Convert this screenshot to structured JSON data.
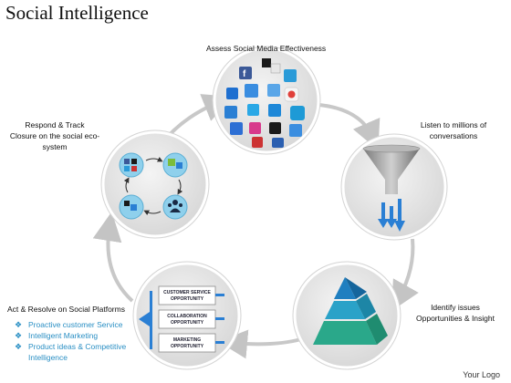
{
  "title": "Social Intelligence",
  "labels": {
    "assess": "Assess Social Media Effectiveness",
    "listen_line1": "Listen to millions of",
    "listen_line2": "conversations",
    "identify_line1": "Identify issues",
    "identify_line2": "Opportunities & Insight",
    "act": "Act & Resolve on Social Platforms",
    "respond_line1": "Respond & Track",
    "respond_line2": "Closure on the social eco-",
    "respond_line3": "system"
  },
  "act_bullets": [
    "Proactive customer Service",
    "Intelligent Marketing",
    "Product ideas & Competitive Intelligence"
  ],
  "opportunity_boxes": [
    {
      "line1": "CUSTOMER SERVICE",
      "line2": "OPPORTUNITY"
    },
    {
      "line1": "COLLABORATION",
      "line2": "OPPORTUNITY"
    },
    {
      "line1": "MARKETING",
      "line2": "OPPORTUNITY"
    }
  ],
  "footer": "Your Logo",
  "colors": {
    "circle_fill": "#e3e3e3",
    "circle_border": "#ffffff",
    "ring": "#c8c8c8",
    "bullet_text": "#2a8fc4",
    "pyramid_top": "#1f7fc0",
    "pyramid_mid": "#2aa2c8",
    "pyramid_bottom": "#2aa88a",
    "funnel": "#9a9a9a",
    "funnel_arrows": "#2a7fd4"
  },
  "icons": [
    "social-media-icons-cluster",
    "funnel-icon",
    "pyramid-icon",
    "opportunity-boxes-icon",
    "cycle-icons"
  ]
}
